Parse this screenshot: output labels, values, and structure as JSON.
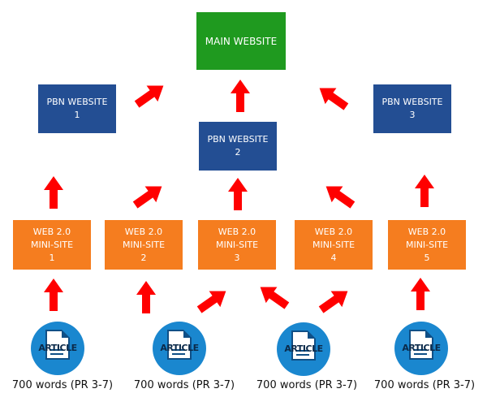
{
  "main": {
    "label": "MAIN WEBSITE"
  },
  "pbn": [
    {
      "label": "PBN WEBSITE\n1"
    },
    {
      "label": "PBN WEBSITE\n2"
    },
    {
      "label": "PBN WEBSITE\n3"
    }
  ],
  "web": [
    {
      "label": "WEB 2.0\nMINI-SITE\n1"
    },
    {
      "label": "WEB 2.0\nMINI-SITE\n2"
    },
    {
      "label": "WEB 2.0\nMINI-SITE\n3"
    },
    {
      "label": "WEB 2.0\nMINI-SITE\n4"
    },
    {
      "label": "WEB 2.0\nMINI-SITE\n5"
    }
  ],
  "articles": [
    {
      "label": "ARTICLE",
      "caption": "700 words (PR 3-7)"
    },
    {
      "label": "ARTICLE",
      "caption": "700 words (PR 3-7)"
    },
    {
      "label": "ARTICLE",
      "caption": "700 words (PR 3-7)"
    },
    {
      "label": "ARTICLE",
      "caption": "700 words (PR 3-7)"
    }
  ],
  "colors": {
    "main": "#1f9a1f",
    "pbn": "#234e93",
    "web": "#f57d1f",
    "article": "#1a87cf",
    "arrow": "#ff0000"
  },
  "icons": [
    "document-icon",
    "arrow-icon"
  ]
}
